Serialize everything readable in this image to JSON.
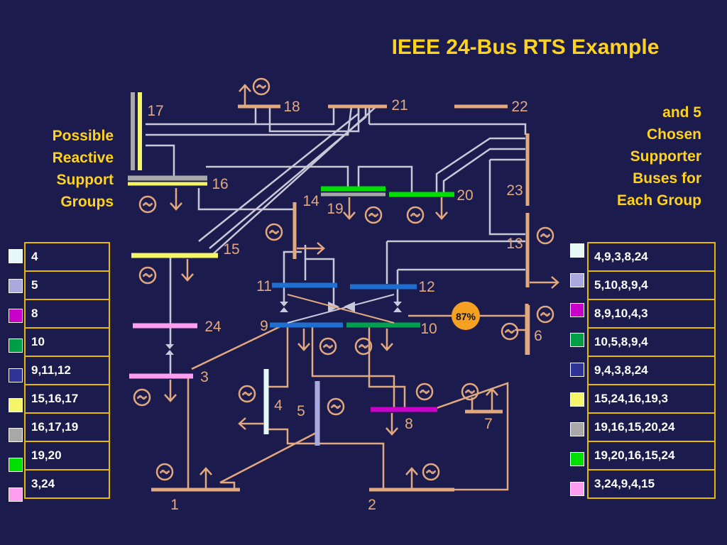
{
  "title": "IEEE 24-Bus RTS Example",
  "left_heading": [
    "Possible",
    "Reactive",
    "Support",
    "Groups"
  ],
  "right_heading": [
    "and 5",
    "Chosen",
    "Supporter",
    "Buses for",
    "Each Group"
  ],
  "groups": [
    {
      "members": "4",
      "supporters": "4,9,3,8,24",
      "color": "#e6f7f7"
    },
    {
      "members": "5",
      "supporters": "5,10,8,9,4",
      "color": "#a9a9e0"
    },
    {
      "members": "8",
      "supporters": "8,9,10,4,3",
      "color": "#c800c8"
    },
    {
      "members": "10",
      "supporters": "10,5,8,9,4",
      "color": "#009f45"
    },
    {
      "members": "9,11,12",
      "supporters": "9,4,3,8,24",
      "color": "#2e3496"
    },
    {
      "members": "15,16,17",
      "supporters": "15,24,16,19,3",
      "color": "#f5f56a"
    },
    {
      "members": "16,17,19",
      "supporters": "19,16,15,20,24",
      "color": "#a8a8a8"
    },
    {
      "members": "19,20",
      "supporters": "19,20,16,15,24",
      "color": "#00e000"
    },
    {
      "members": "3,24",
      "supporters": "3,24,9,4,15",
      "color": "#ff9ef0"
    }
  ],
  "bus_labels": [
    "1",
    "2",
    "3",
    "4",
    "5",
    "6",
    "7",
    "8",
    "9",
    "10",
    "11",
    "12",
    "13",
    "14",
    "15",
    "16",
    "17",
    "18",
    "19",
    "20",
    "21",
    "22",
    "23",
    "24"
  ],
  "transformer_loading": "87%",
  "colors": {
    "background": "#1b1b4d",
    "heading": "#ffd21e",
    "table_border": "#e6b800",
    "high_voltage_line": "#c8c8d8",
    "low_voltage_line": "#e3a97e",
    "bus_default": "#e3a97e",
    "bus_blue": "#1e6fd0",
    "bus_green_10": "#00a050",
    "overload_marker": "#f5a020"
  }
}
